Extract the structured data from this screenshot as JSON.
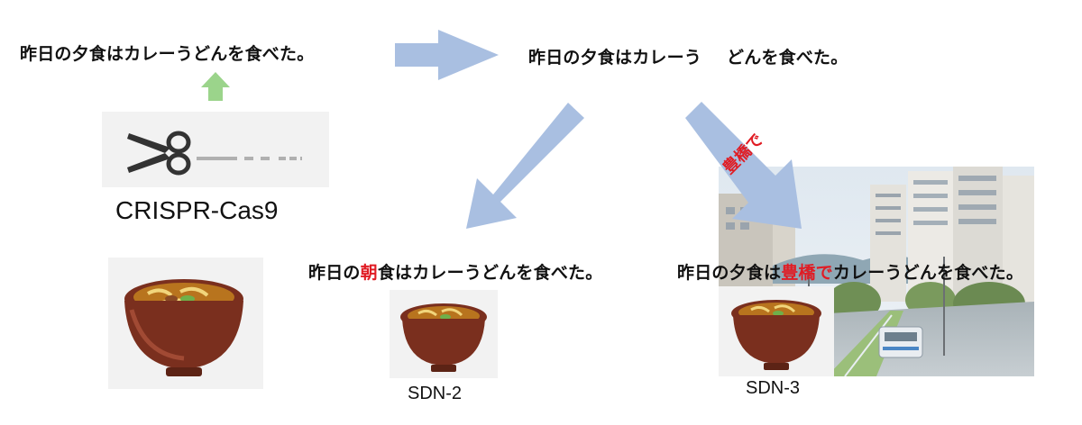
{
  "original_sentence": "昨日の夕食はカレーうどんを食べた。",
  "cut_sentence": {
    "before": "昨日の夕食はカレーう",
    "after": "どんを食べた。"
  },
  "tool_label": "CRISPR-Cas9",
  "variant_sdn2": {
    "part1": "昨日の",
    "inserted": "朝",
    "part2": "食はカレーうどんを食べた。",
    "label": "SDN-2"
  },
  "variant_sdn3": {
    "part1": "昨日の夕食は",
    "inserted": "豊橋で",
    "part2": "カレーうどんを食べた。",
    "label": "SDN-3"
  },
  "insert_annotation": "豊橋で",
  "colors": {
    "arrow_blue": "#a9bfe1",
    "arrow_green": "#9bd48b",
    "highlight_red": "#e01c24",
    "bowl": "#7a2f1e",
    "curry": "#b8741e"
  },
  "icons": [
    "scissors-icon",
    "curry-udon-bowl-icon",
    "city-photo"
  ]
}
